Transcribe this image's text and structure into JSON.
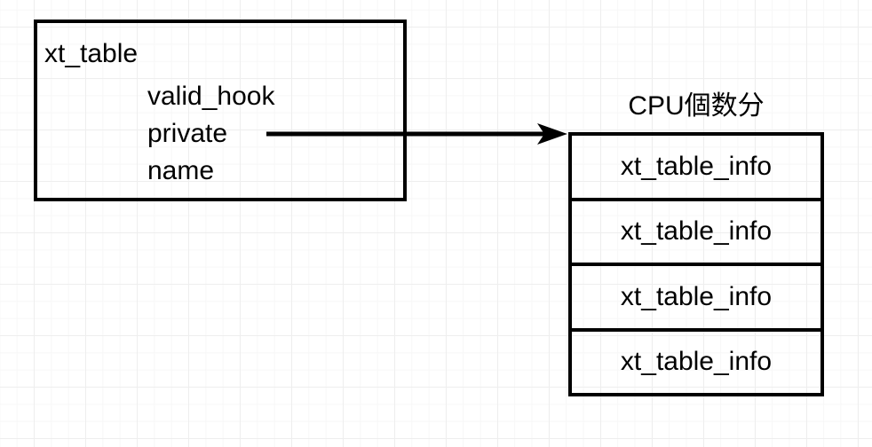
{
  "diagram": {
    "background": {
      "color": "#ffffff",
      "grid_minor_color": "#f7f7f7",
      "grid_major_color": "#eeeeee"
    },
    "stroke_color": "#000000",
    "struct_box": {
      "title": "xt_table",
      "fields": [
        "valid_hook",
        "private",
        "name"
      ]
    },
    "connector": {
      "from_field": "private",
      "style": "solid-line-with-filled-arrowhead",
      "direction": "right"
    },
    "stack": {
      "caption": "CPU個数分",
      "rows": [
        "xt_table_info",
        "xt_table_info",
        "xt_table_info",
        "xt_table_info"
      ]
    }
  }
}
